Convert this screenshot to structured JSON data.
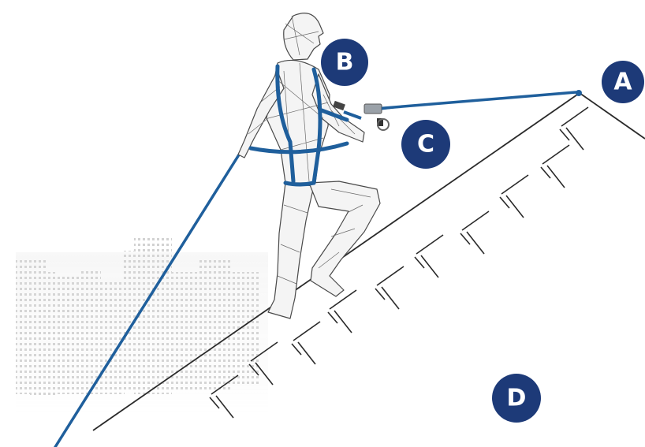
{
  "labels": {
    "anchor": "A",
    "harness": "B",
    "lanyard": "C",
    "roof": "D"
  },
  "colors": {
    "badge": "#1d3a78",
    "rope": "#1f5f9c",
    "roof_line": "#2a2a2a",
    "figure_mesh": "#4a4a4a",
    "city": "#d8d8d8",
    "background": "#ffffff"
  },
  "icons": [
    "city-skyline-icon",
    "wireframe-person-icon",
    "safety-harness-icon",
    "lanyard-shock-absorber-icon",
    "rope-icon",
    "roof-anchor-icon"
  ]
}
